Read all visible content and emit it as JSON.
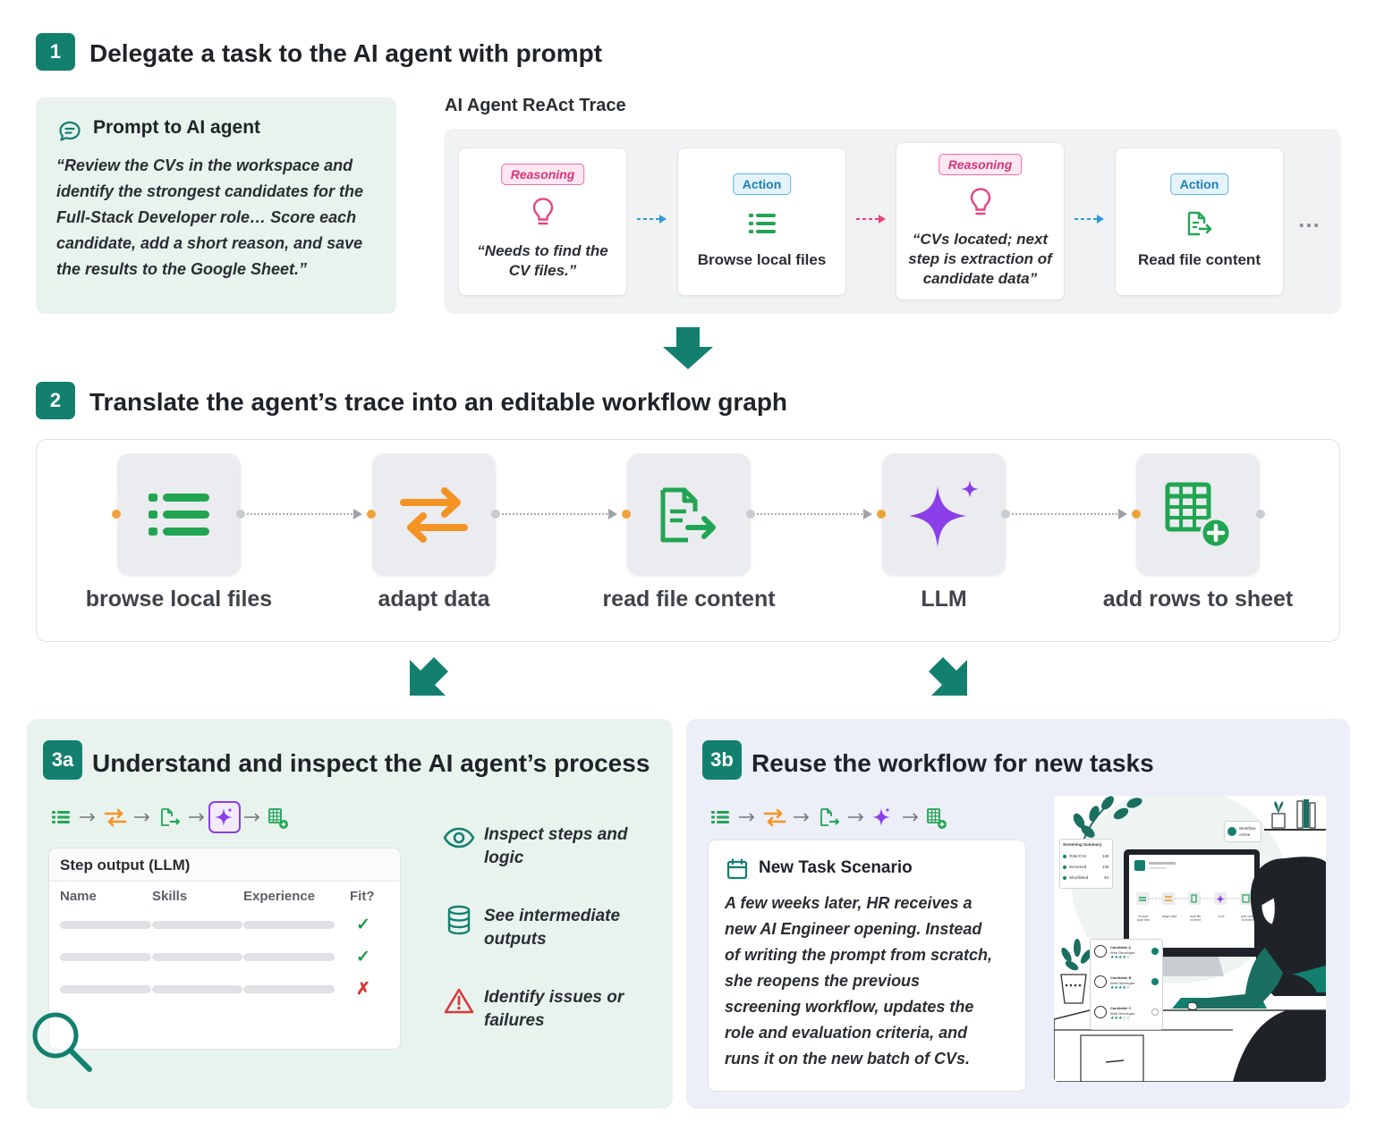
{
  "step1": {
    "number": "1",
    "title": "Delegate a task to the AI agent with prompt",
    "prompt_title": "Prompt to AI agent",
    "prompt_lines": [
      "“Review the CVs in the workspace and",
      "identify the strongest candidates for the",
      "Full-Stack Developer role… Score each",
      "candidate, add a short reason, and save",
      "the results to the Google Sheet.”"
    ],
    "trace_title": "AI Agent ReAct Trace",
    "trace": [
      {
        "tag": "Reasoning",
        "lines": [
          "“Needs to find the",
          "CV files.”"
        ]
      },
      {
        "tag": "Action",
        "lines": [
          "Browse local files"
        ]
      },
      {
        "tag": "Reasoning",
        "lines": [
          "“CVs located; next",
          "step is extraction of",
          "candidate data”"
        ]
      },
      {
        "tag": "Action",
        "lines": [
          "Read file content"
        ]
      }
    ],
    "ellipsis": "…"
  },
  "step2": {
    "number": "2",
    "title": "Translate the agent’s trace into an editable workflow graph",
    "nodes": [
      {
        "label": "browse local files",
        "icon": "list-icon"
      },
      {
        "label": "adapt data",
        "icon": "swap-arrows-icon"
      },
      {
        "label": "read file content",
        "icon": "file-export-icon"
      },
      {
        "label": "LLM",
        "icon": "sparkle-icon"
      },
      {
        "label": "add rows to sheet",
        "icon": "sheet-add-icon"
      }
    ]
  },
  "step3a": {
    "number": "3a",
    "title": "Understand and inspect the AI agent’s process",
    "table_title": "Step output (LLM)",
    "columns": [
      "Name",
      "Skills",
      "Experience",
      "Fit?"
    ],
    "fit": [
      "✓",
      "✓",
      "✗"
    ],
    "features": [
      {
        "icon": "eye-icon",
        "lines": [
          "Inspect steps and",
          "logic"
        ]
      },
      {
        "icon": "database-icon",
        "lines": [
          "See intermediate",
          "outputs"
        ]
      },
      {
        "icon": "warning-icon",
        "lines": [
          "Identify issues or",
          "failures"
        ]
      }
    ]
  },
  "step3b": {
    "number": "3b",
    "title": "Reuse the workflow for new tasks",
    "scenario_title": "New Task Scenario",
    "scenario_lines": [
      "A few weeks later, HR receives a",
      "new AI Engineer opening. Instead",
      "of writing the prompt from scratch,",
      "she reopens the previous",
      "screening workflow, updates the",
      "role and evaluation criteria, and",
      "runs it on the new batch of CVs."
    ],
    "illustration": {
      "summary_title": "Screening Summary",
      "summary_rows": [
        {
          "label": "Total CVs",
          "value": "128"
        },
        {
          "label": "Screened",
          "value": "128"
        },
        {
          "label": "Shortlisted",
          "value": "34"
        }
      ],
      "workflow_badge": [
        "Workflow",
        "Active"
      ],
      "screen_nodes": [
        "browse local files",
        "adapt data",
        "read file content",
        "LLM",
        "add rows to sheet"
      ],
      "candidates": [
        {
          "name": "Candidate A",
          "role": "Web Developer"
        },
        {
          "name": "Candidate B",
          "role": "Web Developer"
        },
        {
          "name": "Candidate C",
          "role": "Web Developer"
        }
      ]
    }
  },
  "colors": {
    "teal": "#13806f",
    "green": "#22a553",
    "orange": "#f39323",
    "purple": "#8a3fe8",
    "pink": "#e4457f",
    "blue": "#2f9bd6"
  }
}
